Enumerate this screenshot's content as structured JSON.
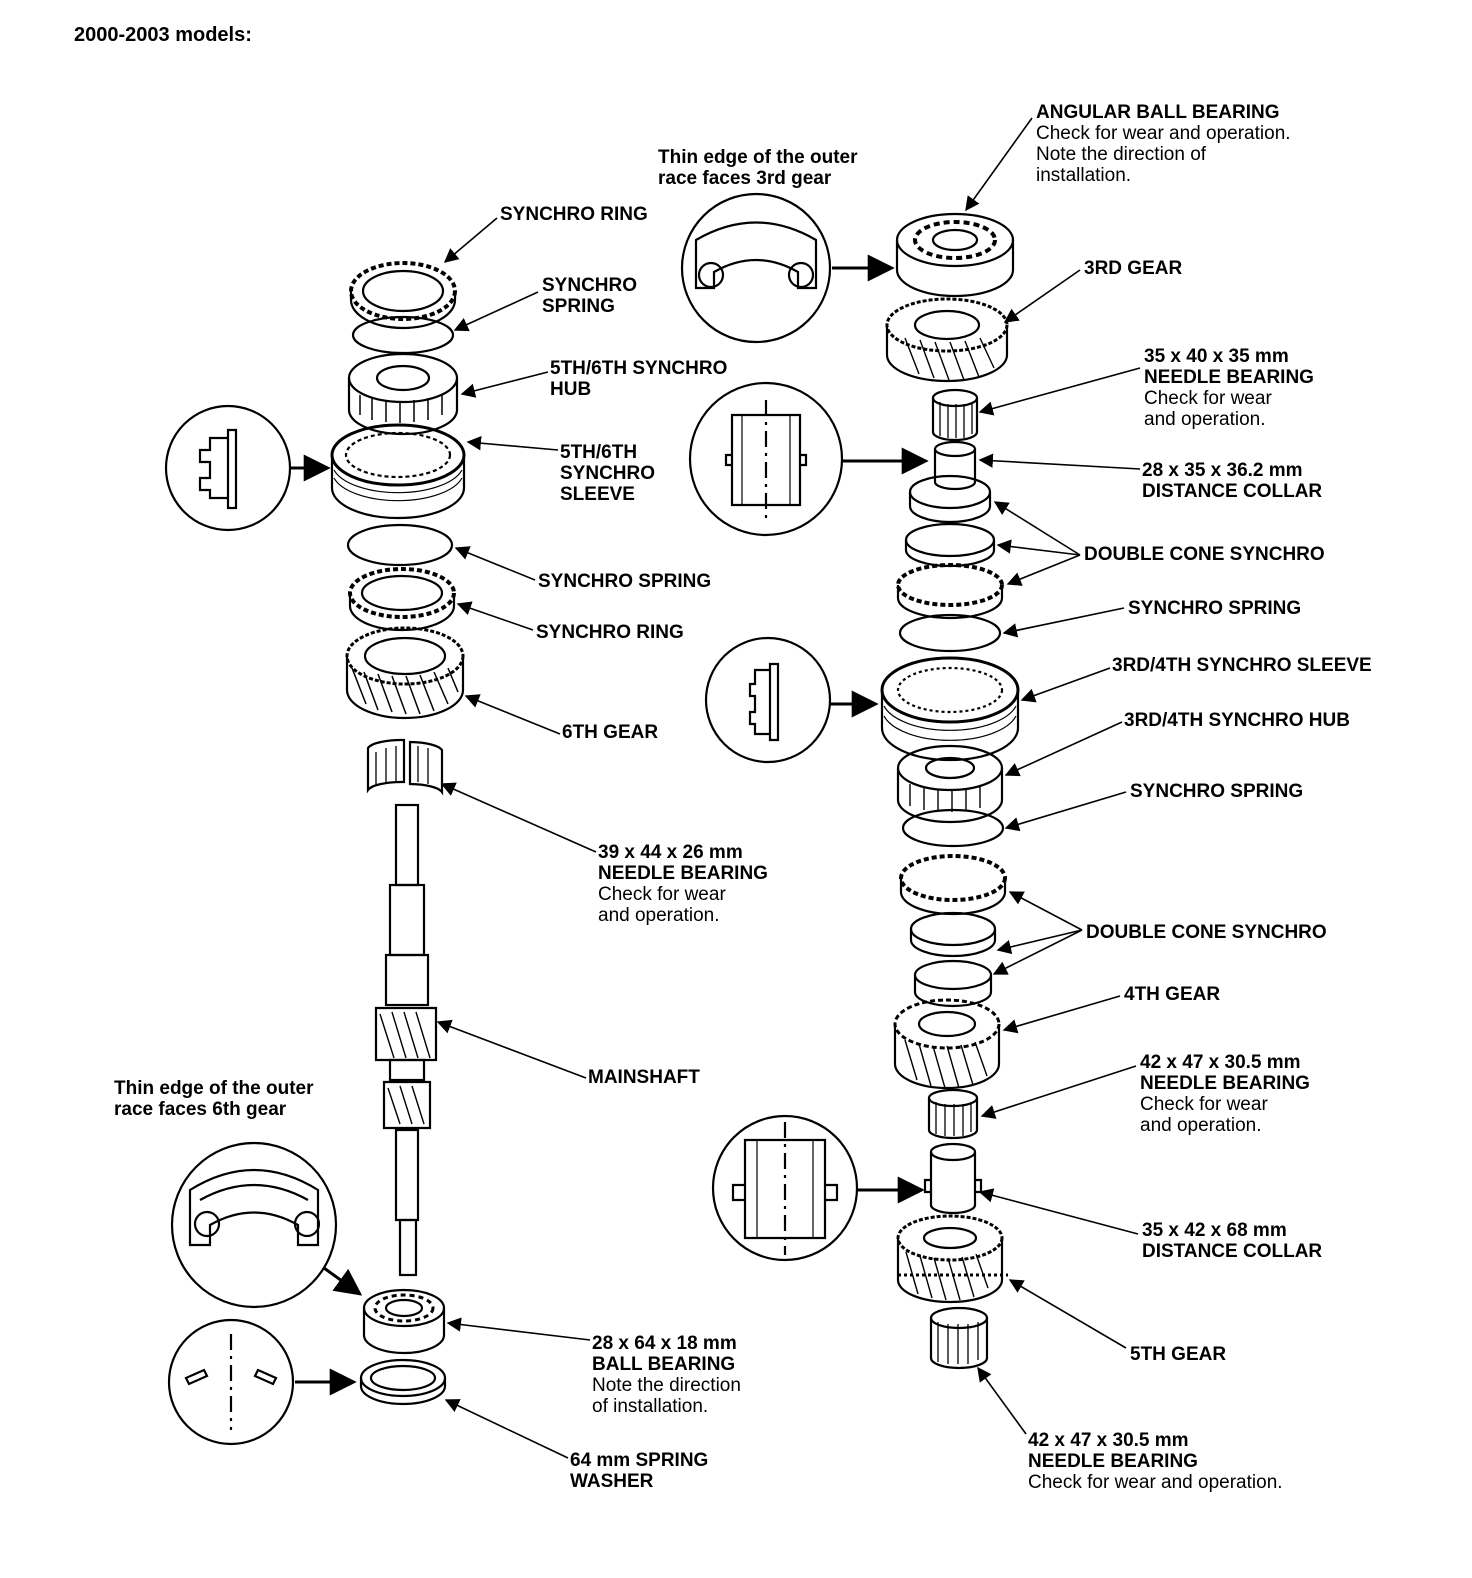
{
  "heading": "2000-2003 models:",
  "labels": {
    "synchro_ring_top": [
      "SYNCHRO RING"
    ],
    "synchro_spring_top": [
      "SYNCHRO",
      "SPRING"
    ],
    "hub_56": [
      "5TH/6TH SYNCHRO",
      "HUB"
    ],
    "sleeve_56": [
      "5TH/6TH",
      "SYNCHRO",
      "SLEEVE"
    ],
    "synchro_spring_mid": [
      "SYNCHRO SPRING"
    ],
    "synchro_ring_mid": [
      "SYNCHRO RING"
    ],
    "gear_6": [
      "6TH GEAR"
    ],
    "needle_39": [
      "39 x 44 x 26 mm",
      "NEEDLE BEARING"
    ],
    "needle_39_note": [
      "Check for wear",
      "and operation."
    ],
    "mainshaft": [
      "MAINSHAFT"
    ],
    "thin_edge_6": [
      "Thin edge of the outer",
      "race faces 6th gear"
    ],
    "ball_bearing": [
      "28 x 64 x 18 mm",
      "BALL BEARING"
    ],
    "ball_bearing_note": [
      "Note the direction",
      "of installation."
    ],
    "spring_washer": [
      "64 mm SPRING",
      "WASHER"
    ],
    "thin_edge_3": [
      "Thin edge of the outer",
      "race faces 3rd gear"
    ],
    "angular_bearing": [
      "ANGULAR BALL BEARING"
    ],
    "angular_bearing_note": [
      "Check for wear and operation.",
      "Note the direction of",
      "installation."
    ],
    "gear_3": [
      "3RD GEAR"
    ],
    "needle_35": [
      "35 x 40 x 35 mm",
      "NEEDLE BEARING"
    ],
    "needle_35_note": [
      "Check for wear",
      "and operation."
    ],
    "collar_28": [
      "28 x 35 x 36.2 mm",
      "DISTANCE COLLAR"
    ],
    "double_cone_1": [
      "DOUBLE CONE SYNCHRO"
    ],
    "synchro_spring_r1": [
      "SYNCHRO SPRING"
    ],
    "sleeve_34": [
      "3RD/4TH SYNCHRO SLEEVE"
    ],
    "hub_34": [
      "3RD/4TH SYNCHRO HUB"
    ],
    "synchro_spring_r2": [
      "SYNCHRO SPRING"
    ],
    "double_cone_2": [
      "DOUBLE CONE SYNCHRO"
    ],
    "gear_4": [
      "4TH GEAR"
    ],
    "needle_42a": [
      "42 x 47 x 30.5 mm",
      "NEEDLE BEARING"
    ],
    "needle_42a_note": [
      "Check for wear",
      "and operation."
    ],
    "collar_35": [
      "35 x 42 x 68 mm",
      "DISTANCE COLLAR"
    ],
    "gear_5": [
      "5TH GEAR"
    ],
    "needle_42b": [
      "42 x 47 x 30.5 mm",
      "NEEDLE BEARING"
    ],
    "needle_42b_note": [
      "Check for wear and operation."
    ]
  }
}
